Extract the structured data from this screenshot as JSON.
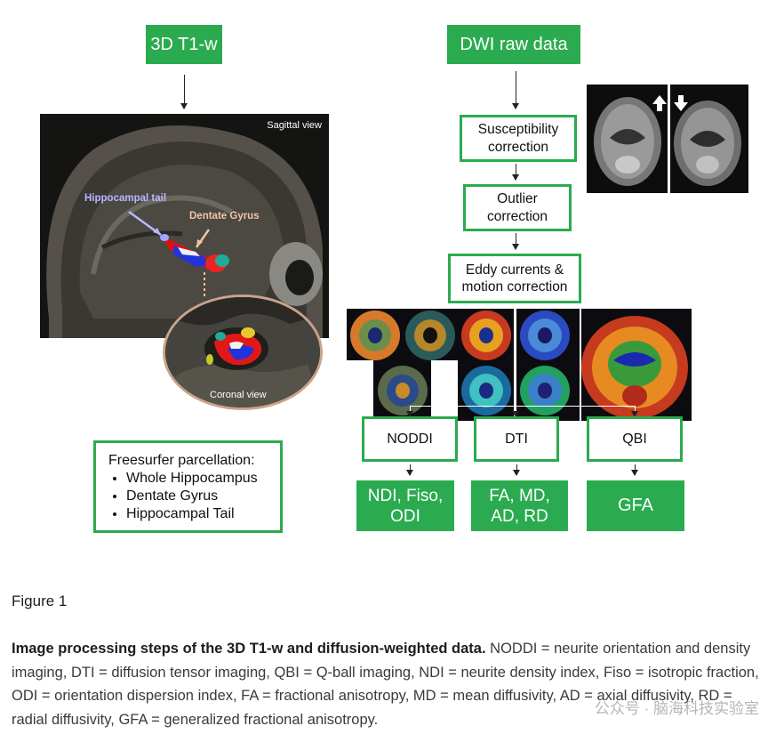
{
  "boxes": {
    "t1w": "3D T1-w",
    "dwi": "DWI raw data",
    "suscept": "Susceptibility correction",
    "outlier": "Outlier correction",
    "eddy": "Eddy currents & motion correction",
    "noddi": "NODDI",
    "dti": "DTI",
    "qbi": "QBI",
    "noddi_out": "NDI, Fiso, ODI",
    "dti_out": "FA, MD, AD, RD",
    "qbi_out": "GFA"
  },
  "labels": {
    "sagittal": "Sagittal view",
    "hippocampal_tail": "Hippocampal tail",
    "dentate_gyrus": "Dentate Gyrus",
    "coronal": "Coronal view"
  },
  "freesurfer": {
    "title": "Freesurfer parcellation:",
    "items": [
      "Whole Hippocampus",
      "Dentate Gyrus",
      "Hippocampal Tail"
    ]
  },
  "figure_label": "Figure 1",
  "caption": {
    "bold": "Image processing steps of the 3D T1-w and diffusion-weighted data.",
    "text": " NODDI = neurite orientation and density imaging, DTI = diffusion tensor imaging, QBI = Q-ball imaging, NDI = neurite density index, Fiso = isotropic fraction, ODI = orientation dispersion index, FA = fractional anisotropy, MD = mean diffusivity, AD = axial diffusivity, RD = radial diffusivity, GFA = generalized fractional anisotropy."
  },
  "watermark": "公众号 · 脑海科技实验室"
}
